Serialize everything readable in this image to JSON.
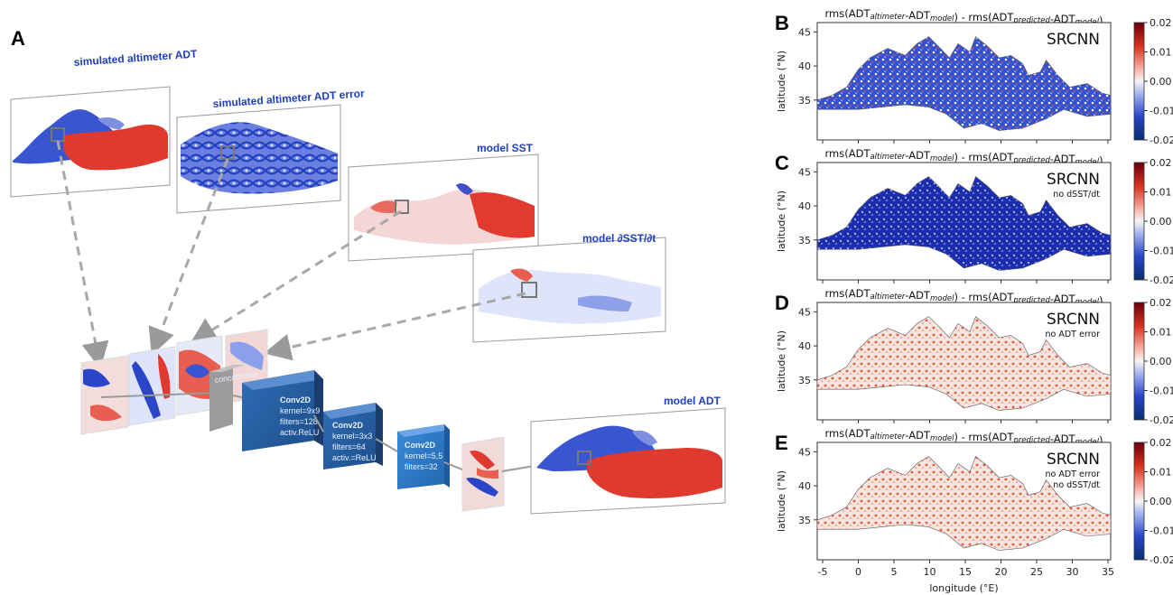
{
  "panel_a": {
    "letter": "A",
    "labels": {
      "altimeter_adt": "simulated altimeter ADT",
      "altimeter_adt_error": "simulated altimeter ADT error",
      "model_sst": "model SST",
      "model_dsst_dt": "model ∂SST/∂t",
      "model_adt": "model ADT"
    },
    "concatenate": "concatenate",
    "layers": [
      {
        "name": "Conv2D",
        "kernel": "kernel=9x9",
        "filters": "filters=128",
        "activ": "activ.ReLU"
      },
      {
        "name": "Conv2D",
        "kernel": "kernel=3x3",
        "filters": "filters=64",
        "activ": "activ.=ReLU"
      },
      {
        "name": "Conv2D",
        "kernel": "kernel=5,5",
        "filters": "filters=32",
        "activ": ""
      }
    ]
  },
  "panels": [
    {
      "letter": "B",
      "title_prefix": "rms(ADT",
      "sub1": "altimeter",
      "mid1": "-ADT",
      "sub2": "model",
      "mid2": ") - rms(ADT",
      "sub3": "predicted",
      "mid3": "-ADT",
      "sub4": "model",
      "end": ")",
      "model": "SRCNN",
      "notes": [],
      "tone": "blue-mixed"
    },
    {
      "letter": "C",
      "title_prefix": "rms(ADT",
      "sub1": "altimeter",
      "mid1": "-ADT",
      "sub2": "model",
      "mid2": ") - rms(ADT",
      "sub3": "predicted",
      "mid3": "-ADT",
      "sub4": "model",
      "end": ")",
      "model": "SRCNN",
      "notes": [
        "no dSST/dt"
      ],
      "tone": "blue-strong"
    },
    {
      "letter": "D",
      "title_prefix": "rms(ADT",
      "sub1": "altimeter",
      "mid1": "-ADT",
      "sub2": "model",
      "mid2": ") - rms(ADT",
      "sub3": "predicted",
      "mid3": "-ADT",
      "sub4": "model",
      "end": ")",
      "model": "SRCNN",
      "notes": [
        "no ADT error"
      ],
      "tone": "red"
    },
    {
      "letter": "E",
      "title_prefix": "rms(ADT",
      "sub1": "altimeter",
      "mid1": "-ADT",
      "sub2": "model",
      "mid2": ") - rms(ADT",
      "sub3": "predicted",
      "mid3": "-ADT",
      "sub4": "model",
      "end": ")",
      "model": "SRCNN",
      "notes": [
        "no ADT error",
        "no dSST/dt"
      ],
      "tone": "red"
    }
  ],
  "axes": {
    "ylabel": "latitude (°N)",
    "xlabel": "longitude (°E)",
    "yticks": [
      "45",
      "40",
      "35"
    ],
    "xticks": [
      "-5",
      "0",
      "5",
      "10",
      "15",
      "20",
      "25",
      "30",
      "35"
    ],
    "colorbar_ticks": [
      "0.02",
      "0.01",
      "0.00",
      "-0.01",
      "-0.02"
    ]
  },
  "colors": {
    "blue": "#1f3fbf",
    "red": "#d7301f",
    "navy": "#08306b",
    "darkred": "#67000d"
  }
}
